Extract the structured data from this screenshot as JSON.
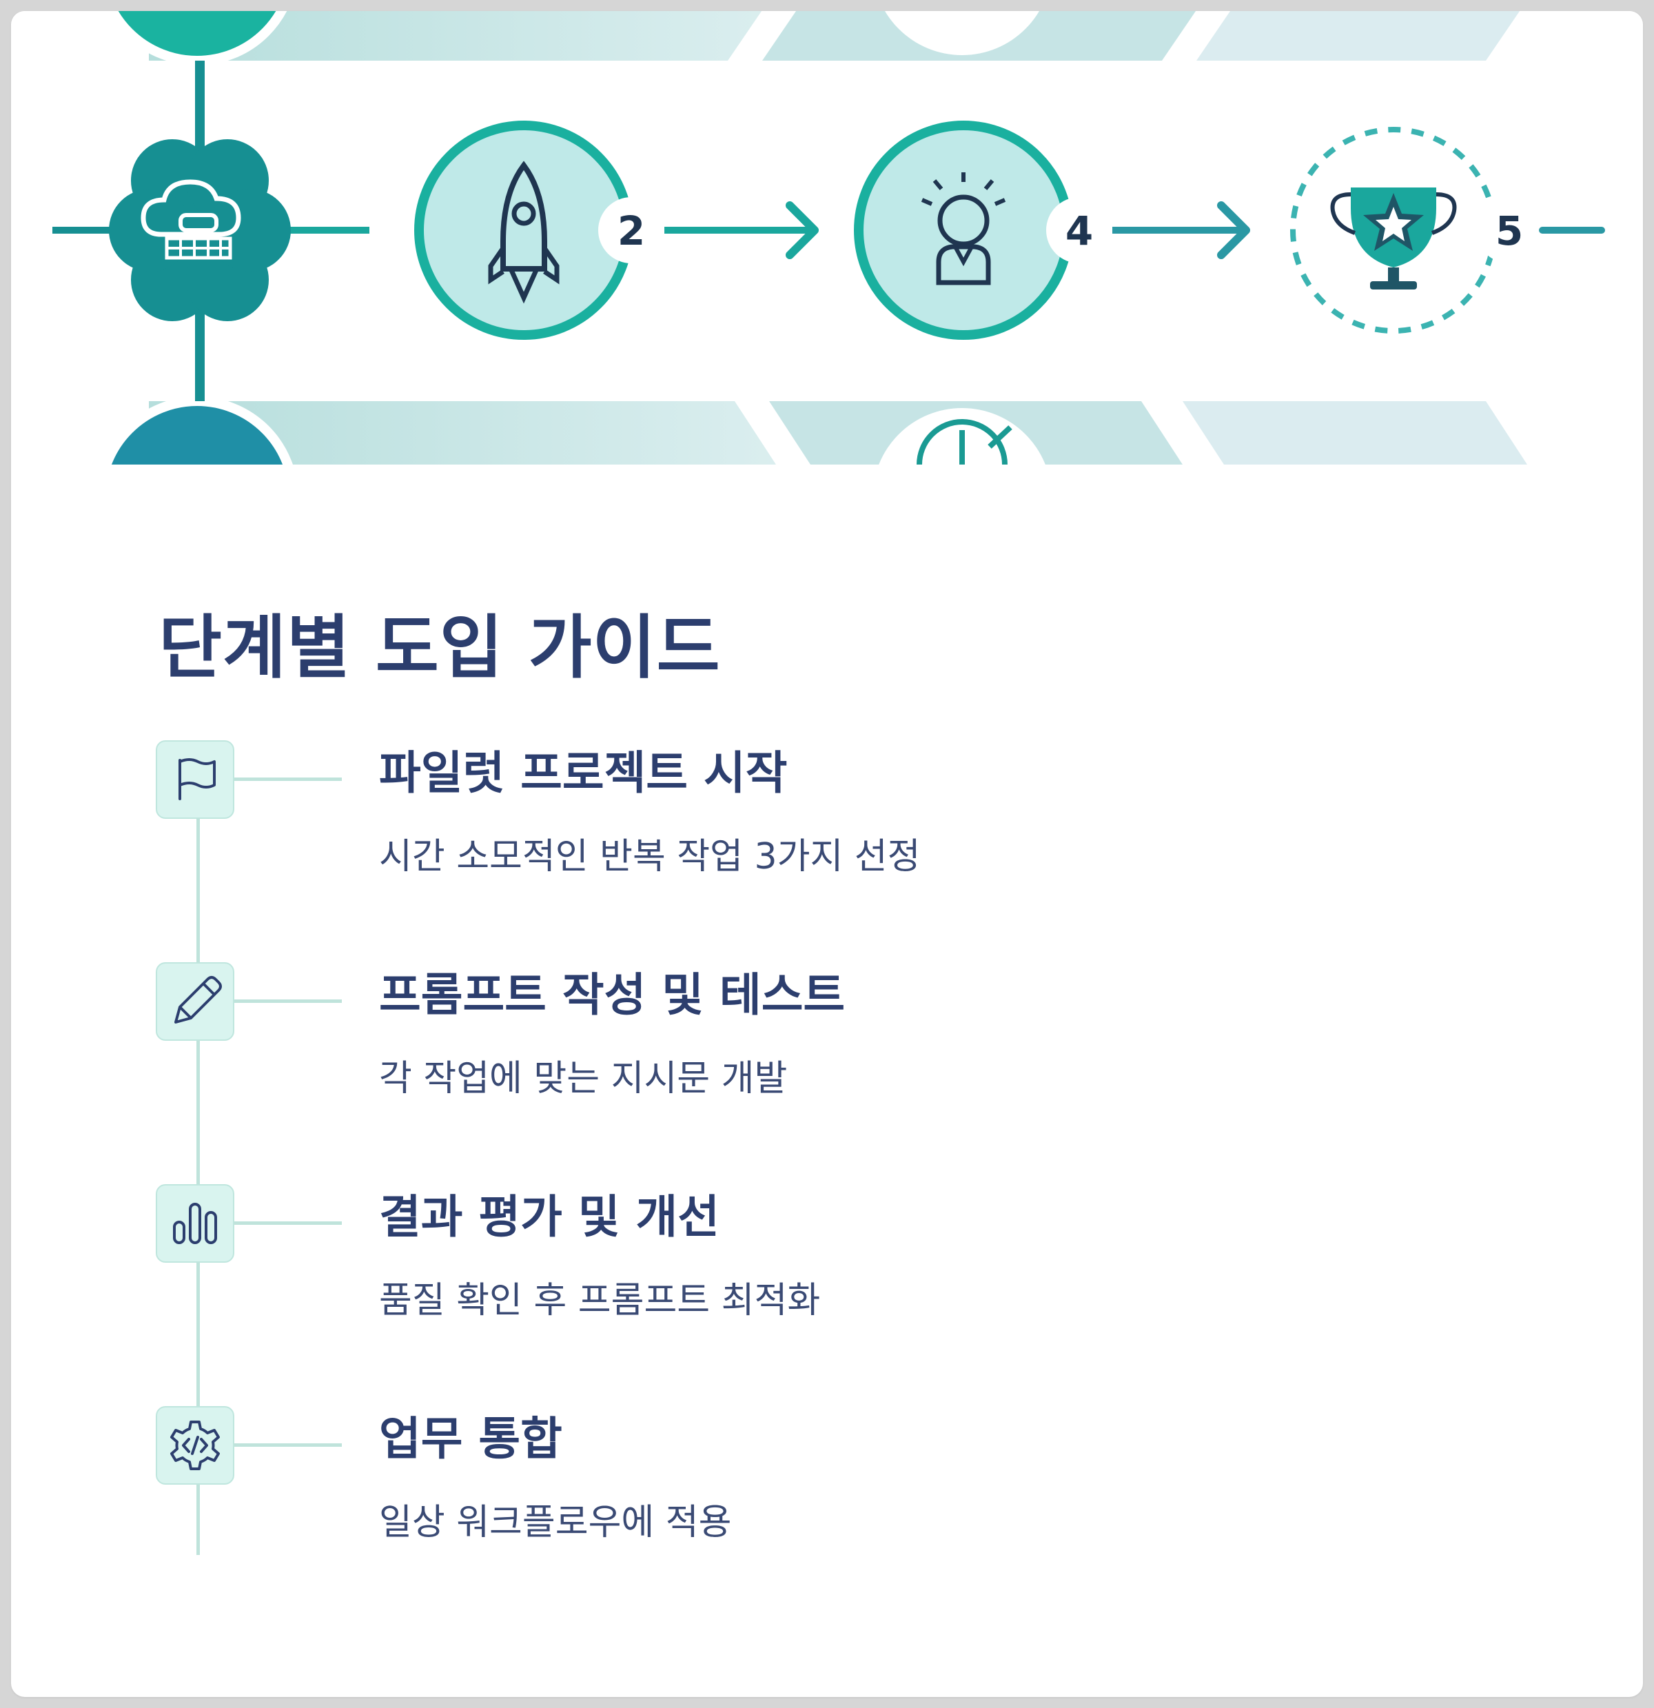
{
  "hero": {
    "badges": [
      "2",
      "4",
      "5"
    ]
  },
  "guide": {
    "title": "단계별 도입 가이드",
    "steps": [
      {
        "icon": "flag-icon",
        "title": "파일럿 프로젝트 시작",
        "description": "시간 소모적인 반복 작업 3가지 선정"
      },
      {
        "icon": "pencil-icon",
        "title": "프롬프트 작성 및 테스트",
        "description": "각 작업에 맞는 지시문 개발"
      },
      {
        "icon": "bar-chart-icon",
        "title": "결과 평가 및 개선",
        "description": "품질 확인 후 프롬프트 최적화"
      },
      {
        "icon": "code-gear-icon",
        "title": "업무 통합",
        "description": "일상 워크플로우에 적용"
      }
    ]
  },
  "colors": {
    "heading": "#2c3e6e",
    "teal": "#1aa79d",
    "teal_dark": "#168f92",
    "icon_bg": "#d9f4ef",
    "timeline": "#bfe3db"
  }
}
